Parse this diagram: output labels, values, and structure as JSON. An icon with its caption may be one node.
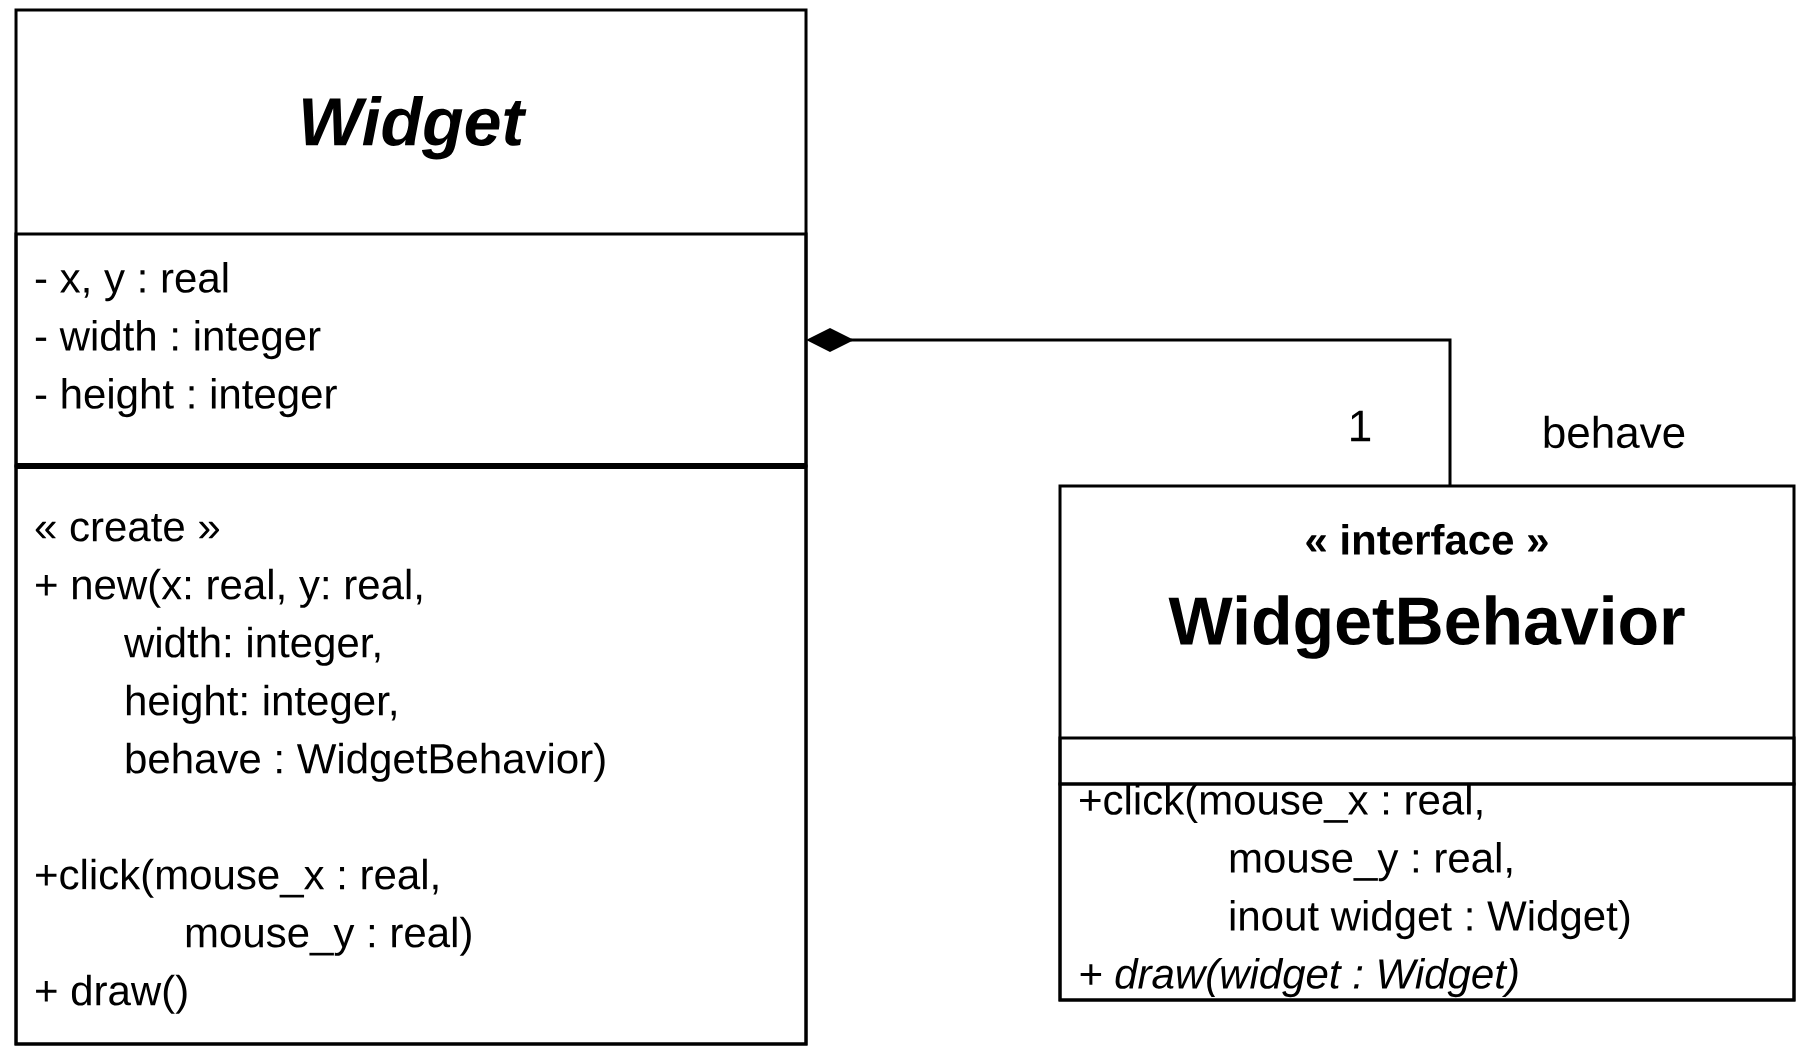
{
  "diagram": {
    "nodes": [
      {
        "text": [
          "Widget"
        ]
      },
      {
        "text": [
          "- x, y : real",
          "- width : integer",
          "- height : integer"
        ],
        "in": 0
      },
      {
        "text": [
          "« create »",
          "+ new(x: real, y: real,",
          "width: integer,",
          "height: integer,",
          "behave : WidgetBehavior)",
          "+click(mouse_x : real,",
          "mouse_y : real)",
          "+ draw()"
        ],
        "in": 0
      },
      {
        "text": [
          "« interface »",
          "WidgetBehavior"
        ]
      },
      {
        "text": [],
        "shape": "box",
        "in": 3
      },
      {
        "text": [
          "+click(mouse_x : real,",
          "mouse_y : real,",
          "inout widget : Widget)",
          "+ draw(widget : Widget)"
        ],
        "in": 3
      }
    ],
    "edges": [
      {
        "from": 3,
        "to": 0,
        "arrow": "other"
      }
    ],
    "labels": [
      "1",
      "behave"
    ]
  }
}
